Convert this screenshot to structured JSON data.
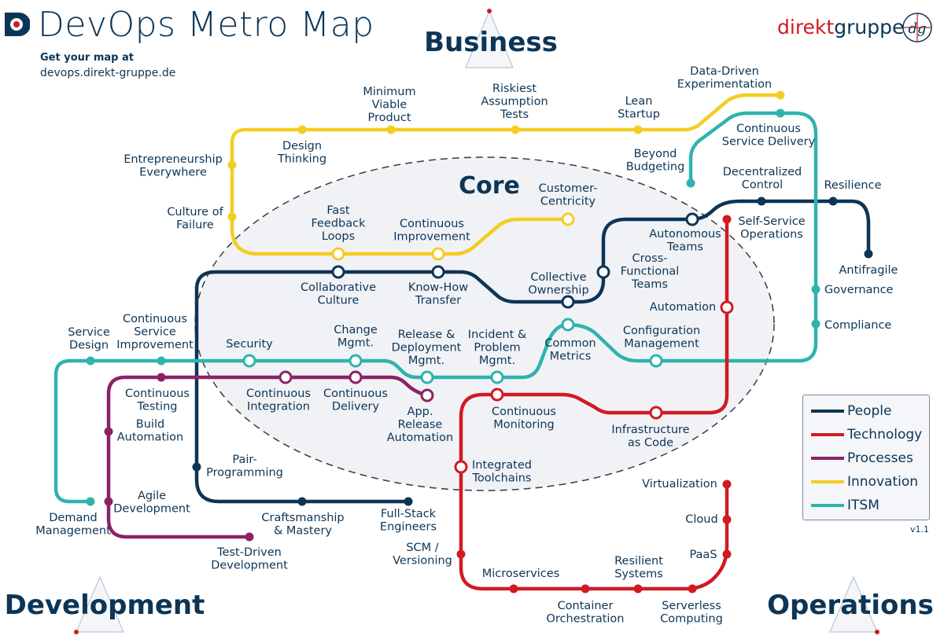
{
  "header": {
    "title": "DevOps Metro Map",
    "get_map_label": "Get your map at",
    "url": "devops.direkt-gruppe.de"
  },
  "brand": {
    "name_part1": "direkt",
    "name_part2": "gruppe",
    "icon": "dg-logo-icon"
  },
  "corners": {
    "business": "Business",
    "development": "Development",
    "operations": "Operations",
    "core": "Core"
  },
  "legend": {
    "items": [
      {
        "label": "People",
        "color": "#0c3556"
      },
      {
        "label": "Technology",
        "color": "#d11a22"
      },
      {
        "label": "Processes",
        "color": "#8b2268"
      },
      {
        "label": "Innovation",
        "color": "#f3cd22"
      },
      {
        "label": "ITSM",
        "color": "#2eb3ad"
      }
    ]
  },
  "version": "v1.1",
  "stations": {
    "data_driven": [
      "Data-Driven",
      "Experimentation"
    ],
    "mvp": [
      "Minimum",
      "Viable",
      "Product"
    ],
    "riskiest": [
      "Riskiest",
      "Assumption",
      "Tests"
    ],
    "lean_startup": [
      "Lean",
      "Startup"
    ],
    "design_thinking": [
      "Design",
      "Thinking"
    ],
    "entrepreneurship": [
      "Entrepreneurship",
      "Everywhere"
    ],
    "culture_failure": [
      "Culture of",
      "Failure"
    ],
    "continuous_service_delivery": [
      "Continuous",
      "Service Delivery"
    ],
    "beyond_budgeting": [
      "Beyond",
      "Budgeting"
    ],
    "decentralized_control": [
      "Decentralized",
      "Control"
    ],
    "resilience": [
      "Resilience"
    ],
    "antifragile": [
      "Antifragile"
    ],
    "customer_centricity": [
      "Customer-",
      "Centricity"
    ],
    "fast_feedback": [
      "Fast",
      "Feedback",
      "Loops"
    ],
    "continuous_improvement": [
      "Continuous",
      "Improvement"
    ],
    "autonomous_teams": [
      "Autonomous",
      "Teams"
    ],
    "self_service_ops": [
      "Self-Service",
      "Operations"
    ],
    "cross_functional": [
      "Cross-",
      "Functional",
      "Teams"
    ],
    "collective_ownership": [
      "Collective",
      "Ownership"
    ],
    "collaborative_culture": [
      "Collaborative",
      "Culture"
    ],
    "know_how_transfer": [
      "Know-How",
      "Transfer"
    ],
    "automation": [
      "Automation"
    ],
    "governance": [
      "Governance"
    ],
    "compliance": [
      "Compliance"
    ],
    "service_design": [
      "Service",
      "Design"
    ],
    "continuous_service_improvement": [
      "Continuous",
      "Service",
      "Improvement"
    ],
    "security": [
      "Security"
    ],
    "change_mgmt": [
      "Change",
      "Mgmt."
    ],
    "release_deployment": [
      "Release &",
      "Deployment",
      "Mgmt."
    ],
    "incident_problem": [
      "Incident &",
      "Problem",
      "Mgmt."
    ],
    "common_metrics": [
      "Common",
      "Metrics"
    ],
    "configuration_mgmt": [
      "Configuration",
      "Management"
    ],
    "continuous_testing": [
      "Continuous",
      "Testing"
    ],
    "continuous_integration": [
      "Continuous",
      "Integration"
    ],
    "continuous_delivery": [
      "Continuous",
      "Delivery"
    ],
    "app_release_automation": [
      "App.",
      "Release",
      "Automation"
    ],
    "continuous_monitoring": [
      "Continuous",
      "Monitoring"
    ],
    "infrastructure_as_code": [
      "Infrastructure",
      "as Code"
    ],
    "build_automation": [
      "Build",
      "Automation"
    ],
    "integrated_toolchains": [
      "Integrated",
      "Toolchains"
    ],
    "pair_programming": [
      "Pair-",
      "Programming"
    ],
    "agile_development": [
      "Agile",
      "Development"
    ],
    "demand_management": [
      "Demand",
      "Management"
    ],
    "craftsmanship": [
      "Craftsmanship",
      "& Mastery"
    ],
    "full_stack": [
      "Full-Stack",
      "Engineers"
    ],
    "test_driven": [
      "Test-Driven",
      "Development"
    ],
    "scm_versioning": [
      "SCM /",
      "Versioning"
    ],
    "microservices": [
      "Microservices"
    ],
    "resilient_systems": [
      "Resilient",
      "Systems"
    ],
    "container_orchestration": [
      "Container",
      "Orchestration"
    ],
    "serverless": [
      "Serverless",
      "Computing"
    ],
    "virtualization": [
      "Virtualization"
    ],
    "cloud": [
      "Cloud"
    ],
    "paas": [
      "PaaS"
    ]
  }
}
